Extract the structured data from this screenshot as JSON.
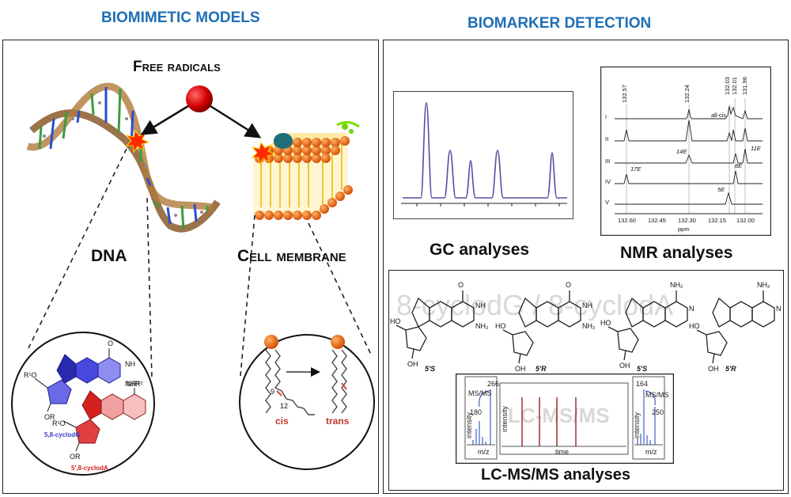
{
  "headings": {
    "left": "BIOMIMETIC MODELS",
    "right": "BIOMARKER DETECTION"
  },
  "left_panel": {
    "free_radicals": "Free radicals",
    "dna_label": "DNA",
    "membrane_label": "Cell membrane",
    "dna_zoom": {
      "nh": "NH",
      "nr2": "NR²",
      "nhr2": "NHR²",
      "r1o_top": "R¹O",
      "or_top": "OR",
      "r1o_bottom": "R¹O",
      "or_bottom": "OR",
      "cyclodg": "5,8-cyclodG",
      "cycloda": "5',8-cyclodA",
      "o": "O",
      "n": "N"
    },
    "membrane_zoom": {
      "num9": "9",
      "num12": "12",
      "cis": "cis",
      "trans": "trans"
    }
  },
  "right_panel": {
    "gc_label": "GC analyses",
    "nmr_label": "NMR analyses",
    "lcms_label": "LC-MS/MS analyses",
    "nmr": {
      "peak_labels": [
        "132.57",
        "132.24",
        "132.03",
        "132.01",
        "131.96"
      ],
      "all_cis": "all-cis",
      "rows": [
        "I",
        "II",
        "III",
        "IV",
        "V"
      ],
      "annotations": [
        "14E",
        "11E",
        "17E",
        "8E",
        "5E"
      ],
      "x_ticks": [
        "132.60",
        "132.45",
        "132.30",
        "132.15",
        "132.00"
      ],
      "x_unit": "ppm"
    },
    "structures": {
      "labels": [
        "5'S",
        "5'R",
        "5'S",
        "5'R"
      ],
      "nh2": "NH₂",
      "oh": "OH",
      "ho": "HO",
      "nh": "NH",
      "o": "O",
      "n": "N",
      "ghost_text": "8-cyclodG / 8-cyclodA"
    },
    "lcms": {
      "left_inset": {
        "mode": "MS/MS",
        "parent": "266",
        "fragment": "180",
        "y": "intensity",
        "x": "m/z"
      },
      "main": {
        "watermark": "LC-MS/MS",
        "y": "intensity",
        "x": "time"
      },
      "right_inset": {
        "mode": "MS/MS",
        "parent": "164",
        "fragment": "250",
        "y": "intensity",
        "x": "m/z"
      }
    }
  },
  "colors": {
    "heading": "#1f6fb5",
    "radical": "#d40000",
    "cyclodG": "#3a3ad0",
    "cyclodA": "#d42020",
    "trans": "#c0392b"
  }
}
